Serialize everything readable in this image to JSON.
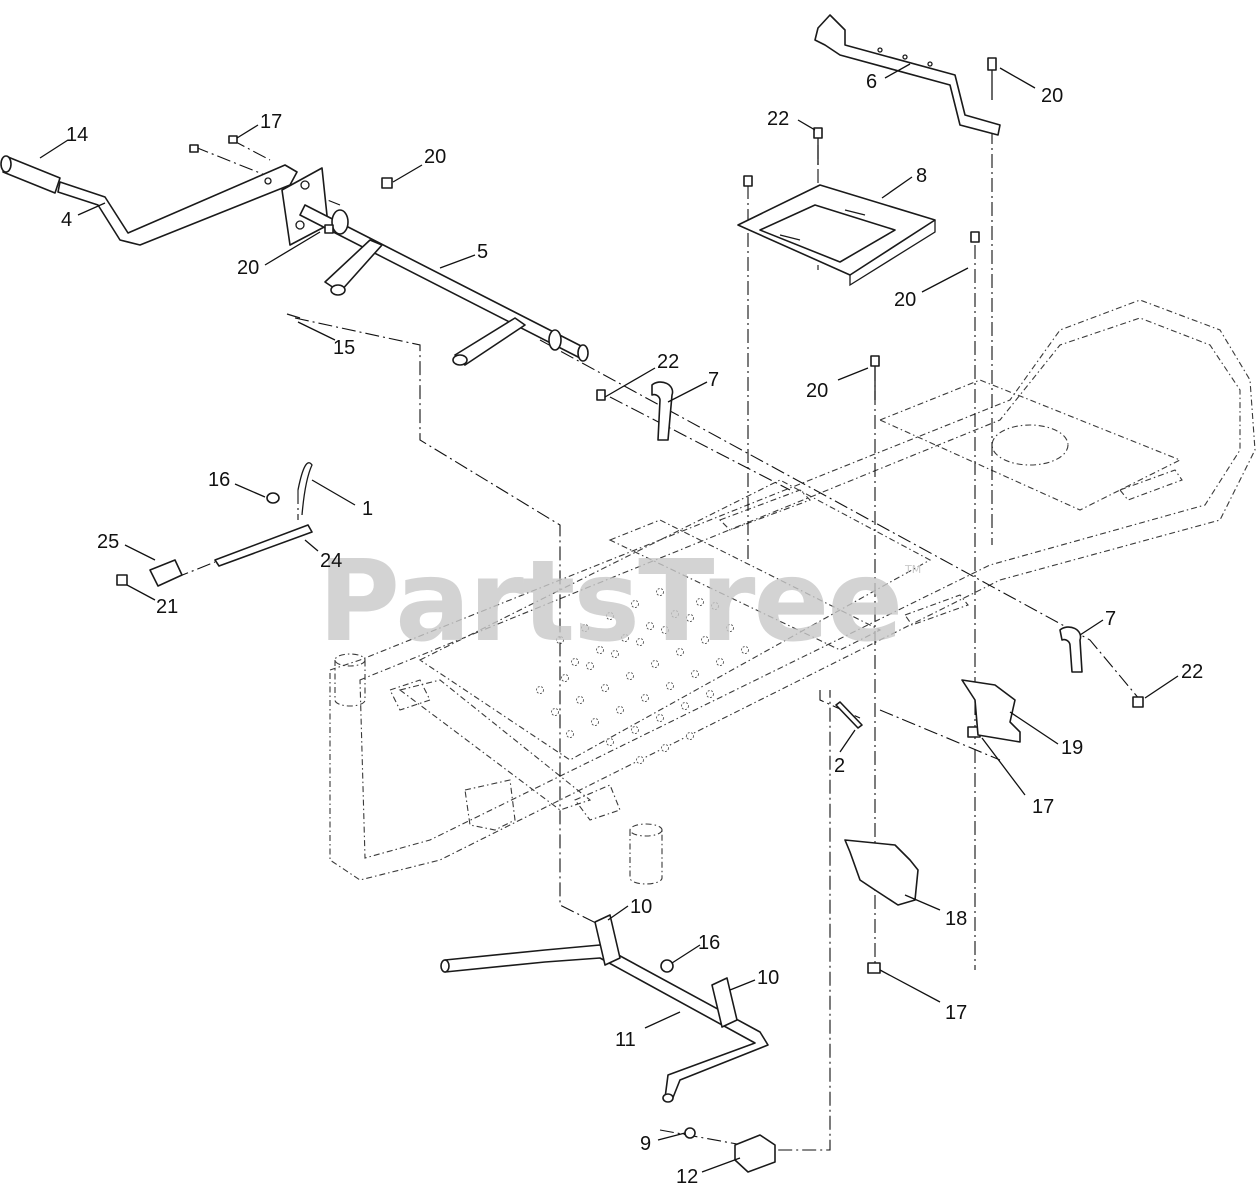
{
  "watermark": {
    "text": "PartsTree",
    "mark": "TM"
  },
  "callouts": [
    {
      "id": "c14a",
      "label": "14"
    },
    {
      "id": "c17a",
      "label": "17"
    },
    {
      "id": "c20a",
      "label": "20"
    },
    {
      "id": "c4",
      "label": "4"
    },
    {
      "id": "c20b",
      "label": "20"
    },
    {
      "id": "c5",
      "label": "5"
    },
    {
      "id": "c15",
      "label": "15"
    },
    {
      "id": "c6",
      "label": "6"
    },
    {
      "id": "c20c",
      "label": "20"
    },
    {
      "id": "c22a",
      "label": "22"
    },
    {
      "id": "c8",
      "label": "8"
    },
    {
      "id": "c20d",
      "label": "20"
    },
    {
      "id": "c22b",
      "label": "22"
    },
    {
      "id": "c7a",
      "label": "7"
    },
    {
      "id": "c20e",
      "label": "20"
    },
    {
      "id": "c16a",
      "label": "16"
    },
    {
      "id": "c1",
      "label": "1"
    },
    {
      "id": "c25",
      "label": "25"
    },
    {
      "id": "c24",
      "label": "24"
    },
    {
      "id": "c21",
      "label": "21"
    },
    {
      "id": "c7b",
      "label": "7"
    },
    {
      "id": "c22c",
      "label": "22"
    },
    {
      "id": "c19",
      "label": "19"
    },
    {
      "id": "c2",
      "label": "2"
    },
    {
      "id": "c17b",
      "label": "17"
    },
    {
      "id": "c18",
      "label": "18"
    },
    {
      "id": "c10a",
      "label": "10"
    },
    {
      "id": "c16b",
      "label": "16"
    },
    {
      "id": "c10b",
      "label": "10"
    },
    {
      "id": "c11",
      "label": "11"
    },
    {
      "id": "c17c",
      "label": "17"
    },
    {
      "id": "c9",
      "label": "9"
    },
    {
      "id": "c12",
      "label": "12"
    }
  ]
}
